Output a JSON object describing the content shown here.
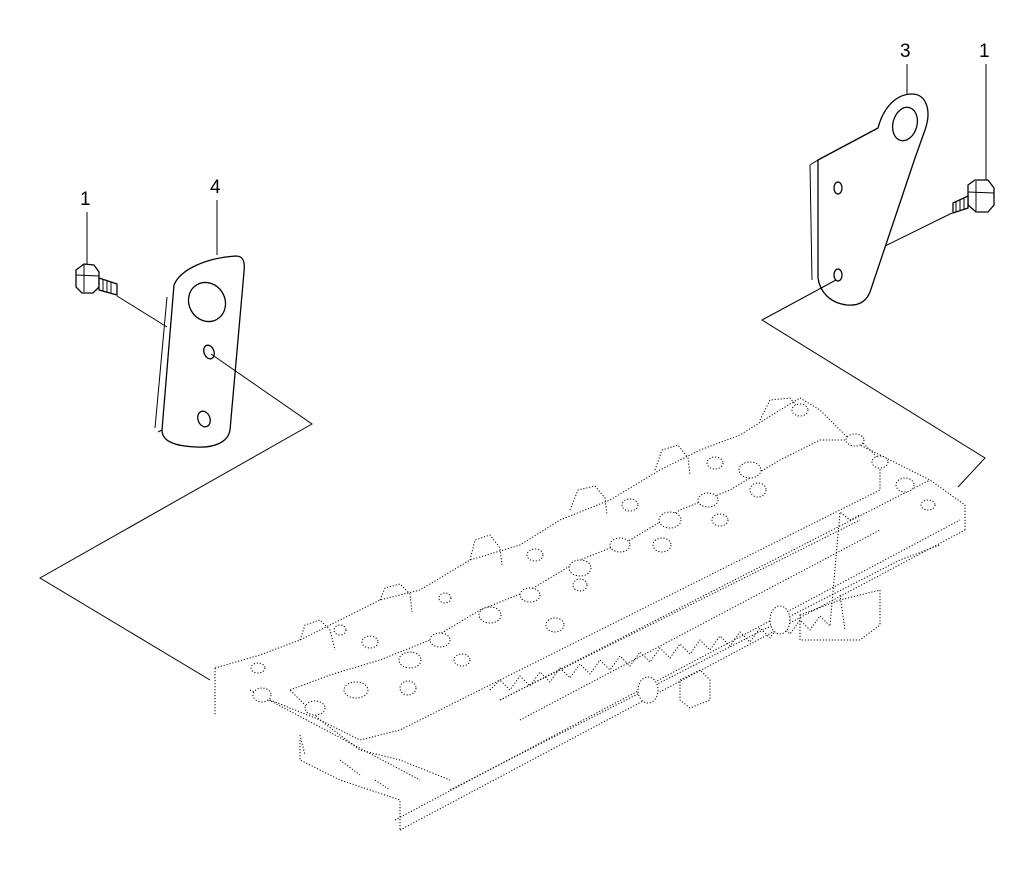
{
  "callouts": {
    "left_bolt": "1",
    "left_bracket": "4",
    "right_bracket": "3",
    "right_bolt": "1"
  }
}
